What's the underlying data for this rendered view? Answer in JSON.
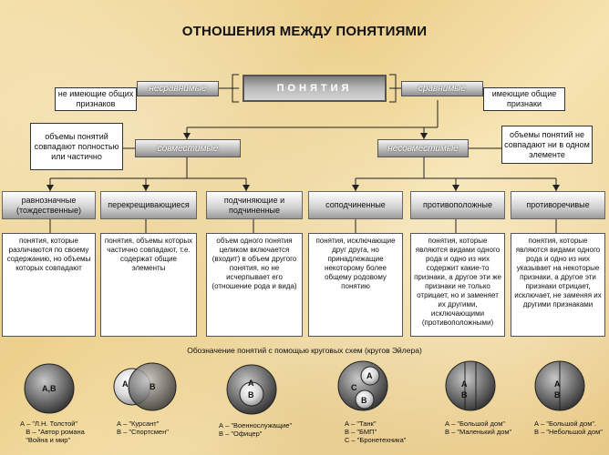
{
  "title": "ОТНОШЕНИЯ МЕЖДУ ПОНЯТИЯМИ",
  "root": "ПОНЯТИЯ",
  "incomparable": {
    "label": "несравнимые",
    "note": "не  имеющие общих признаков"
  },
  "comparable": {
    "label": "сравнимые",
    "note": "имеющие общие признаки"
  },
  "compatible": {
    "label": "совместимые",
    "note": "объемы понятий совпадают полностью или частично"
  },
  "incompatible": {
    "label": "несовместимые",
    "note": "объемы понятий не совпадают ни в одном  элементе"
  },
  "categories": [
    {
      "label": "равнозначные (тождественные)",
      "desc": "понятия,  которые различаются по своему содержанию, но объемы которых совпадают"
    },
    {
      "label": "перекрещивающиеся",
      "desc": "понятия, объемы которых частично совпадают, т.е. содержат общие элементы"
    },
    {
      "label": "подчиняющие и подчиненные",
      "desc": "объем одного понятия целиком включается (входит) в объем другого понятия, но не исчерпывает его (отношение рода и вида)"
    },
    {
      "label": "соподчиненные",
      "desc": "понятия, исключающие друг друга, но принадлежащие некоторому более общему родовому понятию"
    },
    {
      "label": "противоположные",
      "desc": "понятия, которые являются видами одного рода и одно из них содержит какие-то признаки, а другое эти же признаки не только отрицает, но и заменяет их другими, исключающими (противоположными)"
    },
    {
      "label": "противоречивые",
      "desc": "понятия, которые являются видами одного рода и одно из них указывает на некоторые признаки, а другое эти признаки отрицает, исключает, не заменяя их  другими признаками"
    }
  ],
  "euler": {
    "title": "Обозначение  понятий  с  помощью  круговых  схем  (кругов  Эйлера)",
    "diagrams": [
      {
        "labels": [
          "А,В"
        ],
        "legend": "А – \"Л.Н. Толстой\"\n   В – \"Автор романа\n   \"Война и мир\""
      },
      {
        "labels": [
          "А",
          "В"
        ],
        "legend": "А – \"Курсант\"\nВ – \"Спортсмен\""
      },
      {
        "labels": [
          "А",
          "В"
        ],
        "legend": "А – \"Военнослужащие\"\nВ – \"Офицер\""
      },
      {
        "labels": [
          "А",
          "С",
          "В"
        ],
        "legend": "А – \"Танк\"\nВ – \"БМП\"\nС – \"Бронетехника\""
      },
      {
        "labels": [
          "А",
          "В"
        ],
        "legend": "А – \"Большой дом\"\nВ – \"Маленький дом\""
      },
      {
        "labels": [
          "А",
          "В"
        ],
        "legend": "А – \"Большой дом\".\nВ – \"Небольшой дом\""
      }
    ]
  }
}
